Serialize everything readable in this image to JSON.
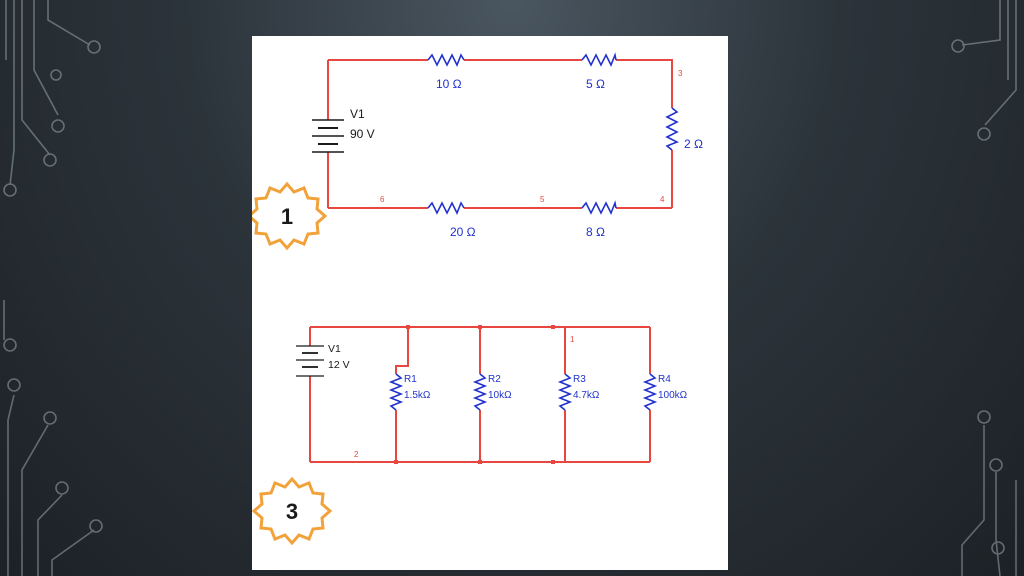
{
  "circuit1": {
    "badge": "1",
    "source": {
      "name": "V1",
      "value": "90 V"
    },
    "resistors": [
      "10 Ω",
      "5 Ω",
      "2 Ω",
      "20 Ω",
      "8 Ω"
    ],
    "nodes": [
      "3",
      "4",
      "5",
      "6"
    ]
  },
  "circuit3": {
    "badge": "3",
    "source": {
      "name": "V1",
      "value": "12 V"
    },
    "resistors": [
      {
        "name": "R1",
        "value": "1.5kΩ"
      },
      {
        "name": "R2",
        "value": "10kΩ"
      },
      {
        "name": "R3",
        "value": "4.7kΩ"
      },
      {
        "name": "R4",
        "value": "100kΩ"
      }
    ],
    "nodes": [
      "1",
      "2"
    ]
  },
  "colors": {
    "wire": "#e8473f",
    "resistor": "#2233cc",
    "badge_border": "#f2a23a",
    "panel": "#ffffff"
  }
}
